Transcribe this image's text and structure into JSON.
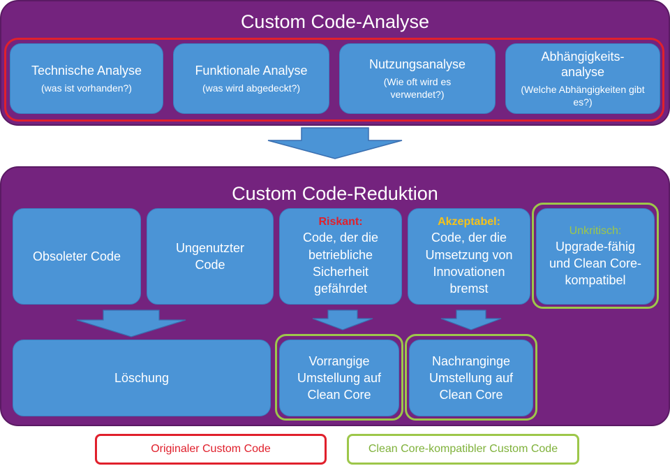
{
  "colors": {
    "panel": "#74237e",
    "box": "#4b94d6",
    "red": "#e0202c",
    "green": "#9dc74a",
    "yellow": "#f5c21b"
  },
  "analysis": {
    "title": "Custom Code-Analyse",
    "boxes": [
      {
        "main": "Technische Analyse",
        "sub": "(was ist vorhanden?)"
      },
      {
        "main": "Funktionale Analyse",
        "sub": "(was wird abgedeckt?)"
      },
      {
        "main": "Nutzungsanalyse",
        "sub": "(Wie oft wird es verwendet?)"
      },
      {
        "main": "Abhängigkeits-analyse",
        "sub": "(Welche Abhängigkeiten gibt es?)"
      }
    ]
  },
  "reduction": {
    "title": "Custom Code-Reduktion",
    "top": [
      {
        "main": "Obsoleter Code"
      },
      {
        "main": "Ungenutzter Code"
      },
      {
        "keyword": "Riskant:",
        "main": "Code, der die betriebliche Sicherheit gefährdet"
      },
      {
        "keyword": "Akzeptabel:",
        "main": "Code, der die Umsetzung von Innovationen bremst"
      },
      {
        "keyword": "Unkritisch:",
        "main": "Upgrade-fähig und Clean Core-kompatibel"
      }
    ],
    "bottom": [
      {
        "main": "Löschung"
      },
      {
        "main": "Vorrangige Umstellung auf Clean Core"
      },
      {
        "main": "Nachranginge Umstellung auf Clean Core"
      }
    ]
  },
  "legend": {
    "original": "Originaler Custom Code",
    "clean": "Clean Core-kompatibler Custom Code"
  }
}
